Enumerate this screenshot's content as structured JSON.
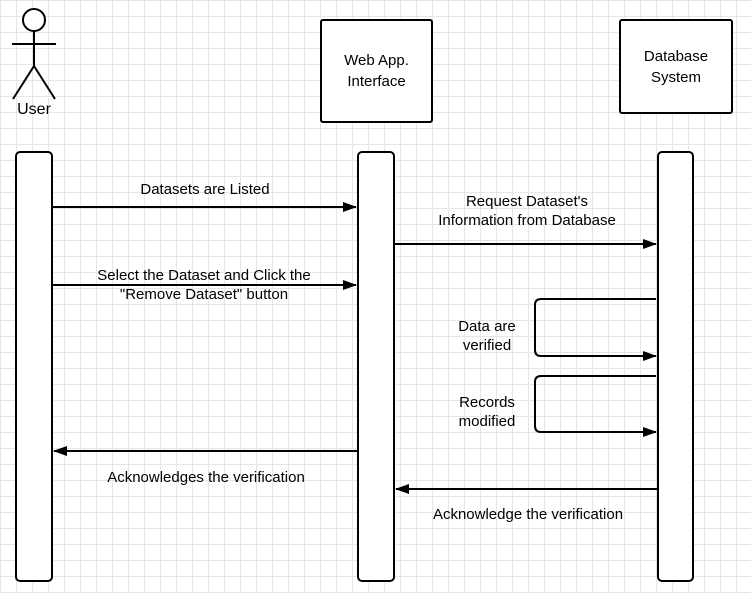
{
  "participants": {
    "user": {
      "label": "User"
    },
    "web_app": {
      "line1": "Web App.",
      "line2": "Interface"
    },
    "database": {
      "line1": "Database",
      "line2": "System"
    }
  },
  "messages": {
    "m1": {
      "line1": "Datasets are Listed"
    },
    "m2": {
      "line1": "Request Dataset's",
      "line2": "Information from Database"
    },
    "m3": {
      "line1": "Select the Dataset and Click the",
      "line2": "\"Remove Dataset\" button"
    },
    "m4": {
      "line1": "Data are",
      "line2": "verified"
    },
    "m5": {
      "line1": "Records",
      "line2": "modified"
    },
    "m6": {
      "line1": "Acknowledges the verification"
    },
    "m7": {
      "line1": "Acknowledge the verification"
    }
  }
}
